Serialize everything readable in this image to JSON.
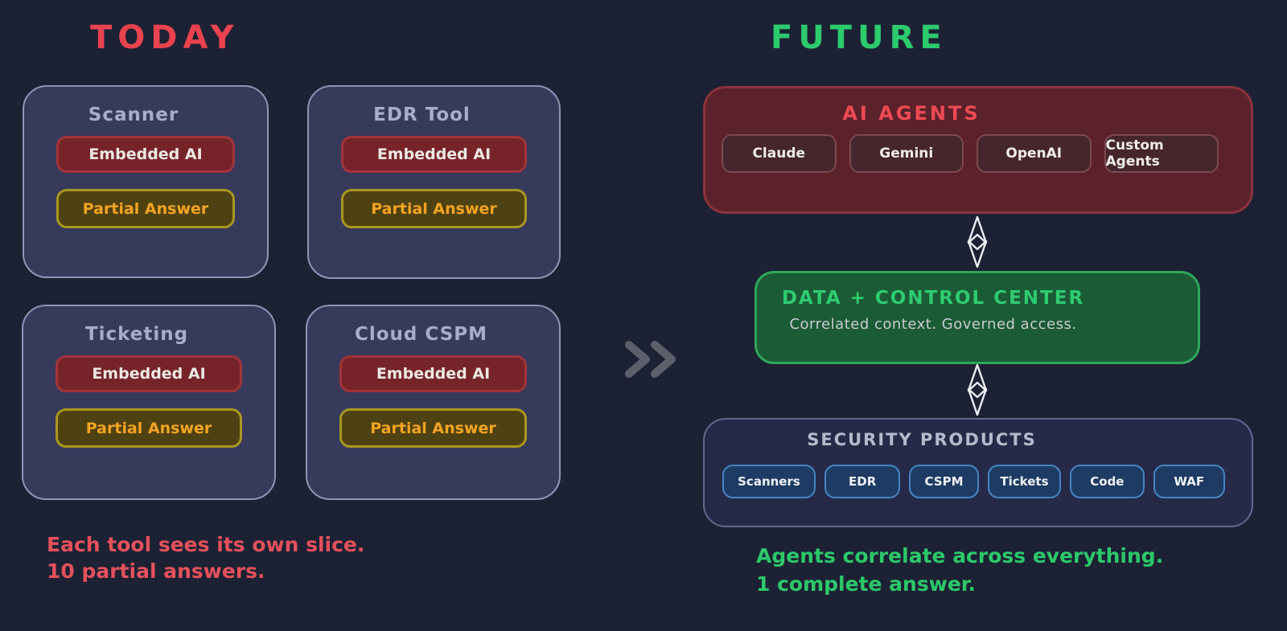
{
  "today": {
    "title": "TODAY",
    "tools": [
      {
        "name": "Scanner",
        "chips": [
          "Embedded AI",
          "Partial Answer"
        ]
      },
      {
        "name": "EDR Tool",
        "chips": [
          "Embedded AI",
          "Partial Answer"
        ]
      },
      {
        "name": "Ticketing",
        "chips": [
          "Embedded AI",
          "Partial Answer"
        ]
      },
      {
        "name": "Cloud CSPM",
        "chips": [
          "Embedded AI",
          "Partial Answer"
        ]
      }
    ],
    "caption": [
      "Each tool sees its own slice.",
      "10 partial answers."
    ]
  },
  "future": {
    "title": "FUTURE",
    "agents_box": {
      "title": "AI AGENTS",
      "agents": [
        "Claude",
        "Gemini",
        "OpenAI",
        "Custom Agents"
      ]
    },
    "control_center": {
      "title": "DATA + CONTROL CENTER",
      "subtitle": "Correlated context. Governed access."
    },
    "security_products": {
      "title": "SECURITY PRODUCTS",
      "products": [
        "Scanners",
        "EDR",
        "CSPM",
        "Tickets",
        "Code",
        "WAF"
      ]
    },
    "caption": [
      "Agents correlate across everything.",
      "1 complete answer."
    ]
  },
  "icons": {
    "forward_chevrons": "double-chevron-right",
    "vertical_arrows": "double-headed-vertical-arrow"
  },
  "colors": {
    "background": "#1d2134",
    "red_accent": "#e8434e",
    "green_accent": "#2bcb6e",
    "yellow_accent": "#f5a422",
    "blue_accent": "#4585c4",
    "card_fill": "#383a5c",
    "ai_box_fill": "#5c222b",
    "control_center_fill": "#1b5b35",
    "security_box_fill": "#262a48"
  }
}
